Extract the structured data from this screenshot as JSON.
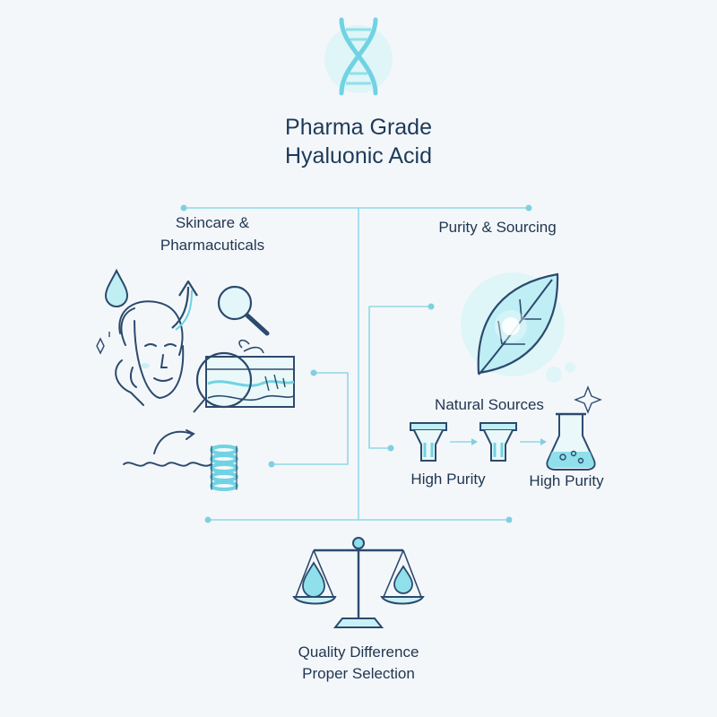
{
  "header": {
    "title_line1": "Pharma Grade",
    "title_line2": "Hyaluonic Acid",
    "icon": "dna-icon"
  },
  "left_branch": {
    "label_line1": "Skincare &",
    "label_line2": "Pharmacuticals",
    "icons": [
      "water-drop-icon",
      "face-icon",
      "arrow-up-icon",
      "magnifier-icon",
      "skin-layer-icon",
      "wave-spring-icon"
    ]
  },
  "right_branch": {
    "label": "Purity & Sourcing",
    "natural_label": "Natural Sources",
    "purity_label_1": "High Purity",
    "purity_label_2": "High Purity",
    "icons": [
      "leaf-icon",
      "filter-icon",
      "flask-icon"
    ]
  },
  "bottom": {
    "line1": "Quality Difference",
    "line2": "Proper Selection",
    "icon": "balance-scale-icon"
  },
  "colors": {
    "line": "#8fd8e6",
    "stroke": "#2c4a6e",
    "accent": "#5bc8dc",
    "fill_light": "#c9f0f4"
  }
}
